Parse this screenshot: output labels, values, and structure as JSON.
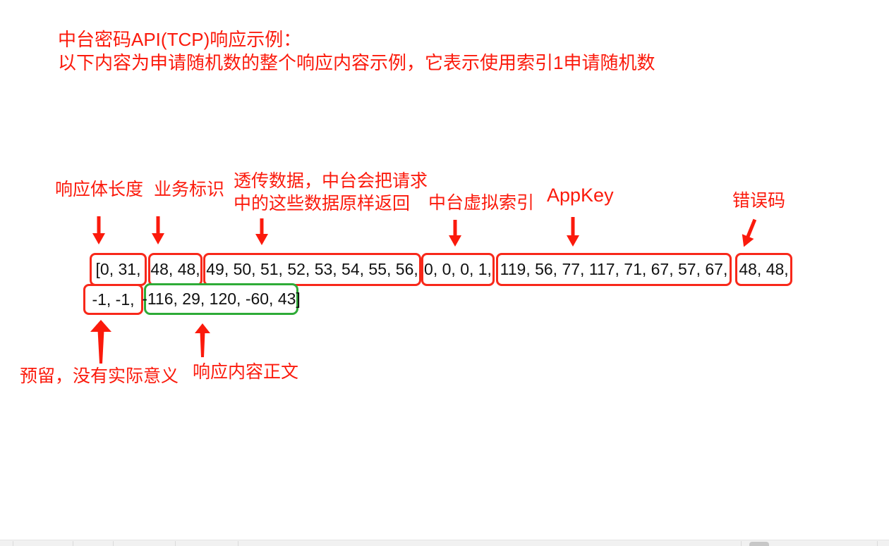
{
  "header": {
    "line1": "中台密码API(TCP)响应示例：",
    "line2": "以下内容为申请随机数的整个响应内容示例，它表示使用索引1申请随机数"
  },
  "annotations": {
    "response_body_length": "响应体长度",
    "business_id": "业务标识",
    "passthrough_line1": "透传数据，中台会把请求",
    "passthrough_line2": "中的这些数据原样返回",
    "virtual_index": "中台虚拟索引",
    "appkey": "AppKey",
    "error_code": "错误码",
    "reserved": "预留，没有实际意义",
    "response_body": "响应内容正文"
  },
  "byte_segments": {
    "response_body_length": "[0, 31,",
    "business_id": "48, 48,",
    "passthrough": "49, 50, 51, 52, 53, 54, 55, 56,",
    "virtual_index": "0, 0, 0, 1,",
    "appkey": "119, 56, 77, 117, 71, 67, 57, 67,",
    "error_code": "48, 48,",
    "reserved": "-1, -1,",
    "response_body": "-116, 29, 120, -60, 43]"
  },
  "colors": {
    "annotation_red": "#fb1a0c",
    "box_red_border": "#f8281a",
    "box_green_border": "#2eab37",
    "byte_text": "#111111"
  }
}
